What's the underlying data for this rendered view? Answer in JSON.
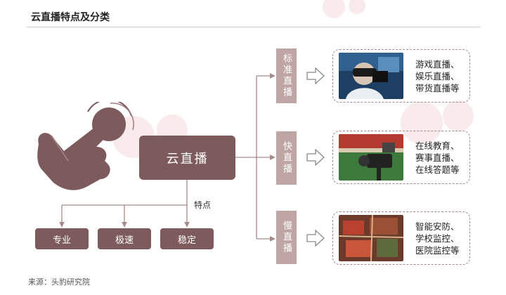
{
  "title": "云直播特点及分类",
  "hub": {
    "label": "云直播"
  },
  "features": {
    "caption": "特点",
    "items": [
      "专业",
      "极速",
      "稳定"
    ]
  },
  "categories": [
    {
      "label": "标准直播",
      "examples": [
        "游戏直播、",
        "娱乐直播、",
        "带货直播等"
      ]
    },
    {
      "label": "快直播",
      "examples": [
        "在线教育、",
        "赛事直播、",
        "在线答题等"
      ]
    },
    {
      "label": "慢直播",
      "examples": [
        "智能安防、",
        "学校监控、",
        "医院监控等"
      ]
    }
  ],
  "source": "来源：头豹研究院",
  "colors": {
    "primary": "#7d5a5c",
    "category": "#bfa6a5",
    "line": "#a48a89",
    "text": "#222222"
  },
  "icons": {
    "hand": "tap-gesture-icon",
    "arrow": "hollow-right-arrow-icon"
  }
}
